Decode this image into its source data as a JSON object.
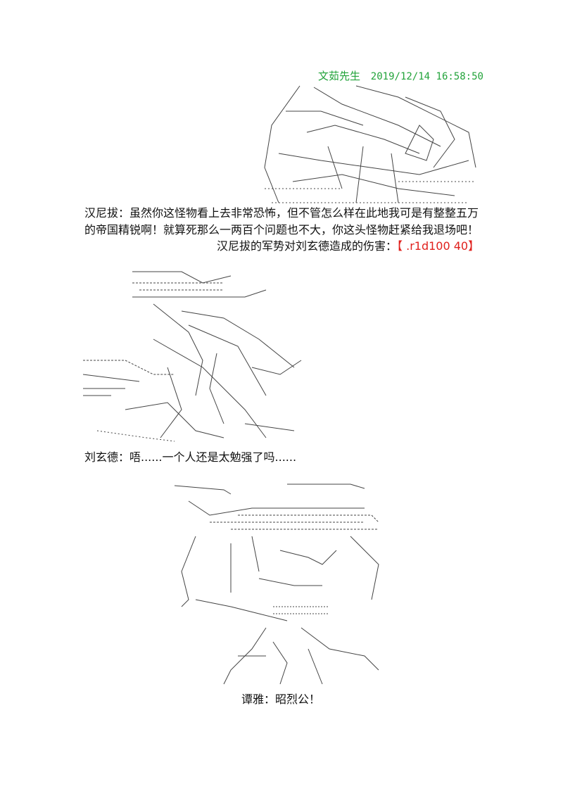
{
  "post": {
    "author": "文茹先生",
    "timestamp": "2019/12/14 16:58:50"
  },
  "art1": {
    "description_icon": "ascii-art-warlord"
  },
  "text1": {
    "line1": "汉尼拔：虽然你这怪物看上去非常恐怖，但不管怎么样在此地我可是有整整五万",
    "line2": "的帝国精锐啊！就算死那么一两百个问题也不大，你这头怪物赶紧给我退场吧！",
    "line3_prefix": "汉尼拔的军势对刘玄德造成的伤害：",
    "line3_roll": "【 .r1d100 40】"
  },
  "art2": {
    "description_icon": "ascii-art-liu-xuande"
  },
  "text2": {
    "line1": "刘玄德：唔......一个人还是太勉强了吗......"
  },
  "art3": {
    "description_icon": "ascii-art-tan-ya"
  },
  "text3": {
    "line1": "谭雅：昭烈公！"
  },
  "colors": {
    "author_green": "#22a33a",
    "roll_red": "#e0201c"
  }
}
